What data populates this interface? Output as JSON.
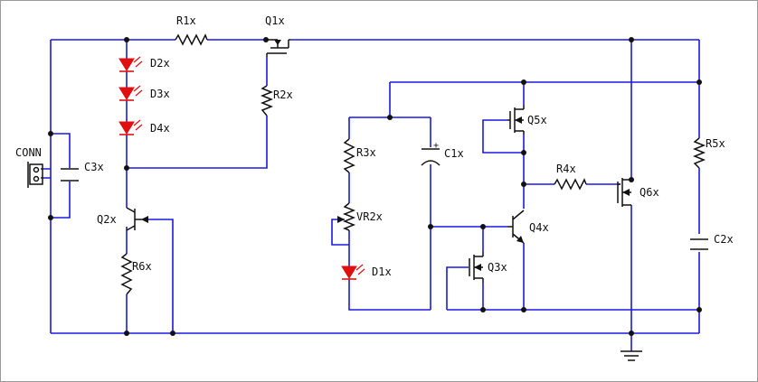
{
  "schematic": {
    "connector": {
      "label": "CONN"
    },
    "resistors": {
      "r1": "R1x",
      "r2": "R2x",
      "r3": "R3x",
      "r4": "R4x",
      "r5": "R5x",
      "r6": "R6x",
      "vr2": "VR2x"
    },
    "capacitors": {
      "c1": "C1x",
      "c2": "C2x",
      "c3": "C3x"
    },
    "leds": {
      "d1": "D1x",
      "d2": "D2x",
      "d3": "D3x",
      "d4": "D4x"
    },
    "transistors": {
      "q1": "Q1x",
      "q2": "Q2x",
      "q3": "Q3x",
      "q4": "Q4x",
      "q5": "Q5x",
      "q6": "Q6x"
    },
    "polarity_mark": "+",
    "colors": {
      "wire": "#1a1ae0",
      "component": "#111111",
      "led": "#e01010",
      "frame_border": "#9a9a9a"
    }
  }
}
